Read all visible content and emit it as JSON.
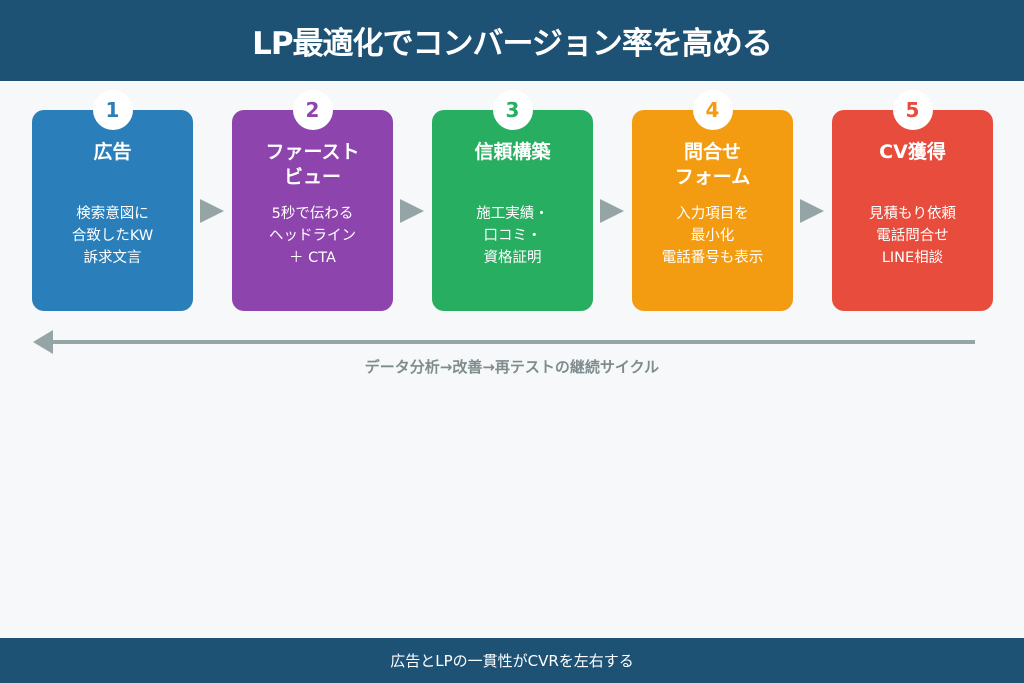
{
  "header": {
    "title": "LP最適化でコンバージョン率を高める"
  },
  "steps": [
    {
      "number": "1",
      "title": "広告",
      "description": "検索意図に\n合致したKW\n訴求文言",
      "color": "#2a7fba"
    },
    {
      "number": "2",
      "title": "ファースト\nビュー",
      "description": "5秒で伝わる\nヘッドライン\n＋ CTA",
      "color": "#8e44ad"
    },
    {
      "number": "3",
      "title": "信頼構築",
      "description": "施工実績・\n口コミ・\n資格証明",
      "color": "#27ae60"
    },
    {
      "number": "4",
      "title": "問合せ\nフォーム",
      "description": "入力項目を\n最小化\n電話番号も表示",
      "color": "#f39c12"
    },
    {
      "number": "5",
      "title": "CV獲得",
      "description": "見積もり依頼\n電話問合せ\nLINE相談",
      "color": "#e74c3c"
    }
  ],
  "loop": {
    "label": "データ分析→改善→再テストの継続サイクル",
    "color": "#95a5a6"
  },
  "footer": {
    "text": "広告とLPの一貫性がCVRを左右する"
  }
}
